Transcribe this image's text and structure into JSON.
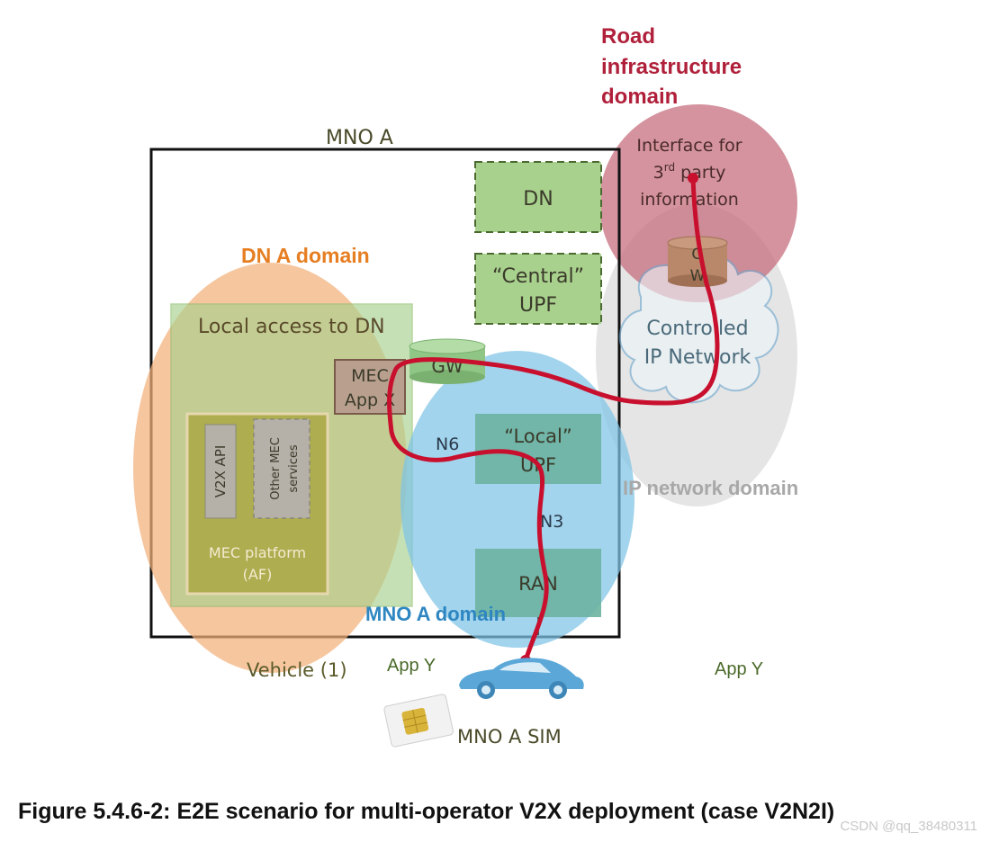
{
  "diagram": {
    "road_domain_title": [
      "Road",
      "infrastructure",
      "domain"
    ],
    "mno_a_label": "MNO A",
    "interface_label": [
      "Interface for",
      "3",
      "rd",
      " party",
      "information"
    ],
    "dn_label": "DN",
    "central_upf_label": [
      "“Central”",
      "UPF"
    ],
    "dn_a_domain_label": "DN A domain",
    "local_access_label": "Local access to DN",
    "gw_label": "GW",
    "gw_road_label": [
      "G",
      "W"
    ],
    "controlled_ip_label": [
      "Controlled",
      "IP Network"
    ],
    "mec_app_label": [
      "MEC",
      "App X"
    ],
    "n6_label": "N6",
    "local_upf_label": [
      "“Local”",
      "UPF"
    ],
    "ip_domain_label": "IP network domain",
    "v2x_api_label": "V2X API",
    "other_mec_label": [
      "Other MEC",
      "services"
    ],
    "mec_platform_label": [
      "MEC platform",
      "(AF)"
    ],
    "n3_label": "N3",
    "ran_label": "RAN",
    "mno_a_domain_label": "MNO A domain",
    "vehicle_label": "Vehicle (1)",
    "app_y_left": "App Y",
    "app_y_right": "App Y",
    "sim_label": "MNO A SIM"
  },
  "caption": "Figure 5.4.6-2: E2E scenario for multi-operator V2X deployment (case V2N2I)",
  "watermark": "CSDN @qq_38480311",
  "colors": {
    "road_red": "#b0203a",
    "path_red": "#c8102e",
    "dn_orange": "#e67e22",
    "mno_blue": "#2e86c1",
    "box_green": "#9fcf8f",
    "text_olive": "#5a5a2a"
  }
}
